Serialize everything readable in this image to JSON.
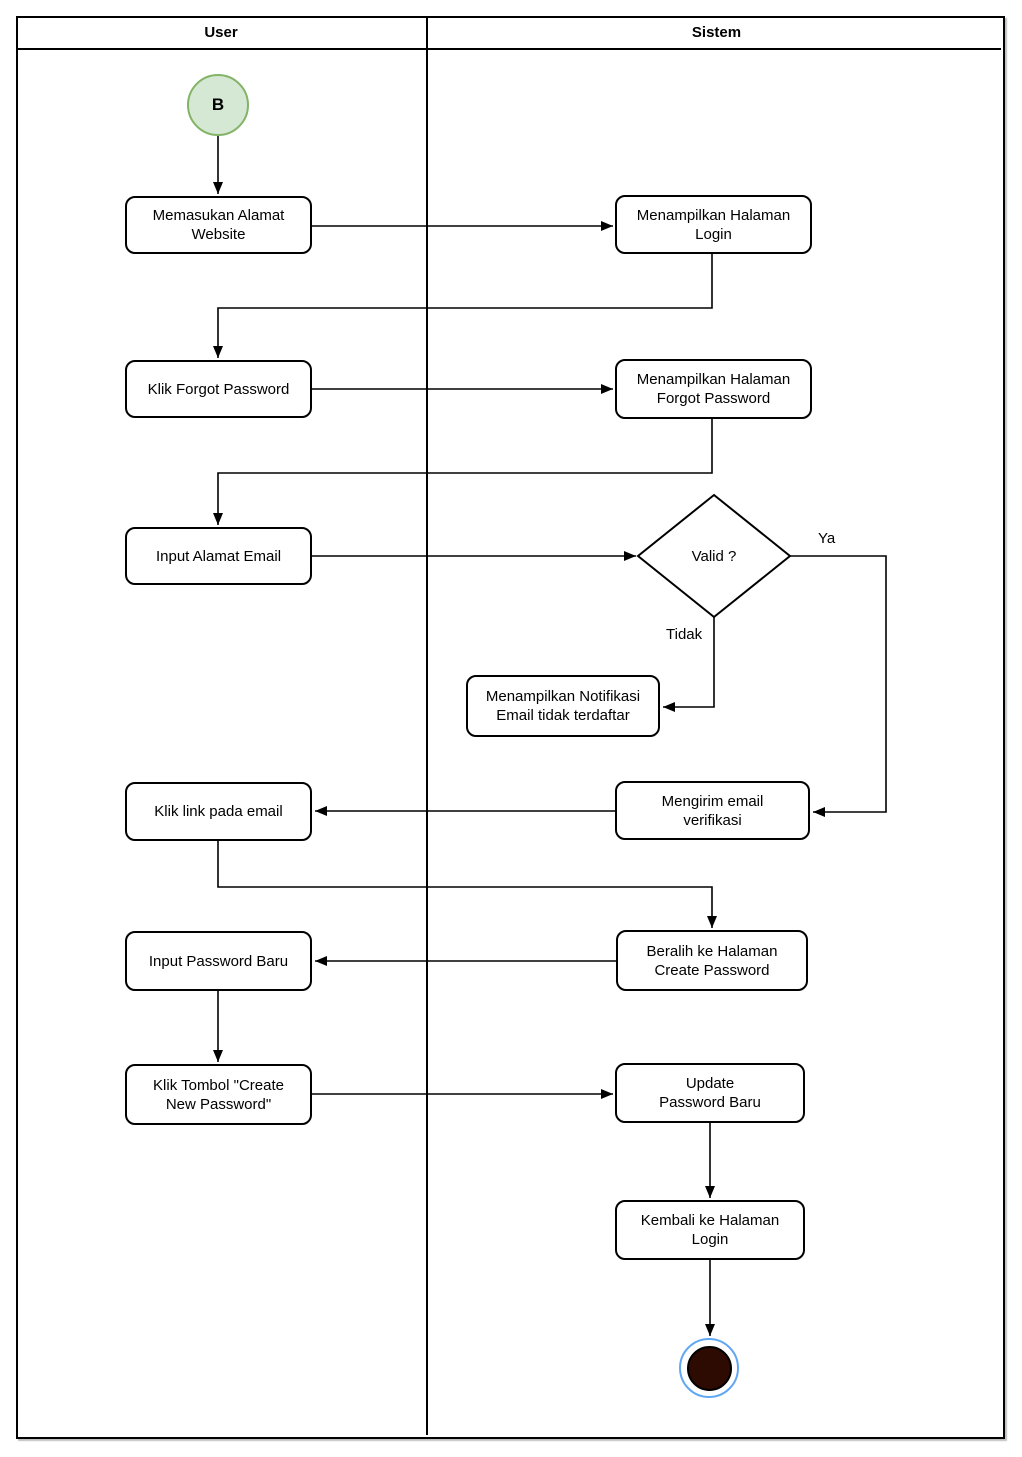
{
  "lanes": {
    "user": "User",
    "sistem": "Sistem"
  },
  "nodes": {
    "start": {
      "label": "B"
    },
    "memasukan_alamat": {
      "label": "Memasukan Alamat\nWebsite"
    },
    "halaman_login": {
      "label": "Menampilkan Halaman\nLogin"
    },
    "klik_forgot": {
      "label": "Klik Forgot Password"
    },
    "halaman_forgot": {
      "label": "Menampilkan Halaman\nForgot Password"
    },
    "input_email": {
      "label": "Input Alamat Email"
    },
    "valid": {
      "label": "Valid ?"
    },
    "notifikasi": {
      "label": "Menampilkan Notifikasi\nEmail tidak terdaftar"
    },
    "klik_link": {
      "label": "Klik link pada email"
    },
    "mengirim_email": {
      "label": "Mengirim email\nverifikasi"
    },
    "input_password": {
      "label": "Input Password Baru"
    },
    "beralih": {
      "label": "Beralih ke Halaman\nCreate Password"
    },
    "klik_tombol": {
      "label": "Klik Tombol \"Create\nNew Password\""
    },
    "update_password": {
      "label": "Update\nPassword Baru"
    },
    "kembali": {
      "label": "Kembali ke Halaman\nLogin"
    }
  },
  "edge_labels": {
    "ya": "Ya",
    "tidak": "Tidak"
  },
  "colors": {
    "start_fill": "#d5e8d4",
    "start_stroke": "#82b366",
    "end_fill": "#2d0a02",
    "end_stroke": "#000000",
    "end_highlight_ring": "#61a7f3",
    "line": "#000000"
  }
}
